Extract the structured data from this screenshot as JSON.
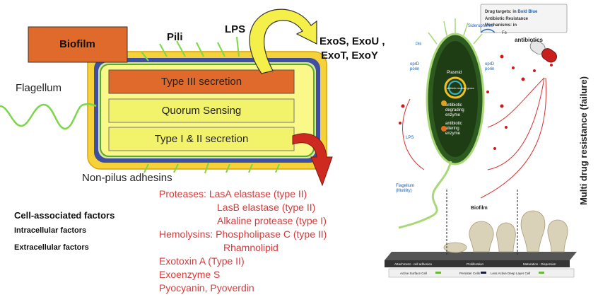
{
  "left_diagram": {
    "biofilm": "Biofilm",
    "pili": "Pili",
    "lps": "LPS",
    "effectors_line1": "ExoS, ExoU ,",
    "effectors_line2": "ExoT, ExoY",
    "flagellum": "Flagellum",
    "type3": "Type III secretion",
    "quorum": "Quorum Sensing",
    "type12": "Type I & II secretion",
    "adhesins": "Non-pilus adhesins",
    "secreted": [
      "Proteases: LasA elastase (type II)",
      "LasB elastase (type II)",
      "Alkaline protease (type I)",
      "Hemolysins: Phospholipase C (type II)",
      "Rhamnolipid",
      "Exotoxin A (Type II)",
      "Exoenzyme S",
      "Pyocyanin, Pyoverdin"
    ],
    "legend": [
      "Cell-associated factors",
      "Intracellular factors",
      "Extracellular factors"
    ],
    "colors": {
      "biofilm": "#e06a2b",
      "outer": "#f5d13a",
      "membrane_blue": "#3f4fa0",
      "inner": "#fbf88a",
      "type3": "#e06a2b",
      "red_text": "#d63a3a"
    }
  },
  "right_diagram": {
    "box_line1_a": "Drug targets: in",
    "box_line1_b": "Bold Blue",
    "box_line2": "Antibiotic Resistance",
    "box_line3": "Mechanisms: in",
    "pili": "Pili",
    "siderophores": "Siderophores",
    "fe": "Fe",
    "antibiotics": "antibiotics",
    "oprd_left_1": "oprD",
    "oprd_left_2": "porin",
    "oprd_right_1": "oprD",
    "oprd_right_2": "porin",
    "plasmid": "Plasmid",
    "resistant_genes": "antibiotic resistant genes",
    "degrading_1": "antibiotic",
    "degrading_2": "degrading",
    "degrading_3": "enzyme",
    "altering_1": "antibiotic",
    "altering_2": "altering",
    "altering_3": "enzyme",
    "lps": "LPS",
    "flagellum_1": "Flagellum",
    "flagellum_2": "(Motility)",
    "biofilm": "Biofilm",
    "stages": [
      "Attachment - cell adhesion",
      "Proliferation",
      "Maturation - Dispersion"
    ],
    "legend": [
      "Active Surface Cell",
      "Persister Cells",
      "Less Active Deep Layer Cell"
    ],
    "vertical_title": "Multi drug resistance (failure)"
  }
}
